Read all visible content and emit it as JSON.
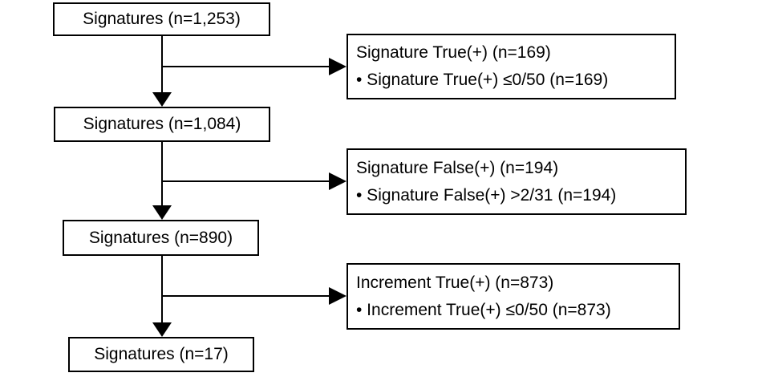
{
  "flow": {
    "nodes": [
      {
        "label": "Signatures (n=1,253)"
      },
      {
        "label": "Signatures (n=1,084)"
      },
      {
        "label": "Signatures (n=890)"
      },
      {
        "label": "Signatures (n=17)"
      }
    ],
    "exclusions": [
      {
        "title": "Signature True(+) (n=169)",
        "detail": "• Signature True(+) ≤0/50 (n=169)"
      },
      {
        "title": "Signature False(+) (n=194)",
        "detail": "• Signature False(+) >2/31 (n=194)"
      },
      {
        "title": "Increment True(+) (n=873)",
        "detail": "• Increment True(+) ≤0/50 (n=873)"
      }
    ],
    "colors": {
      "background": "#ffffff",
      "box_border": "#000000",
      "line": "#000000",
      "text": "#000000"
    }
  }
}
